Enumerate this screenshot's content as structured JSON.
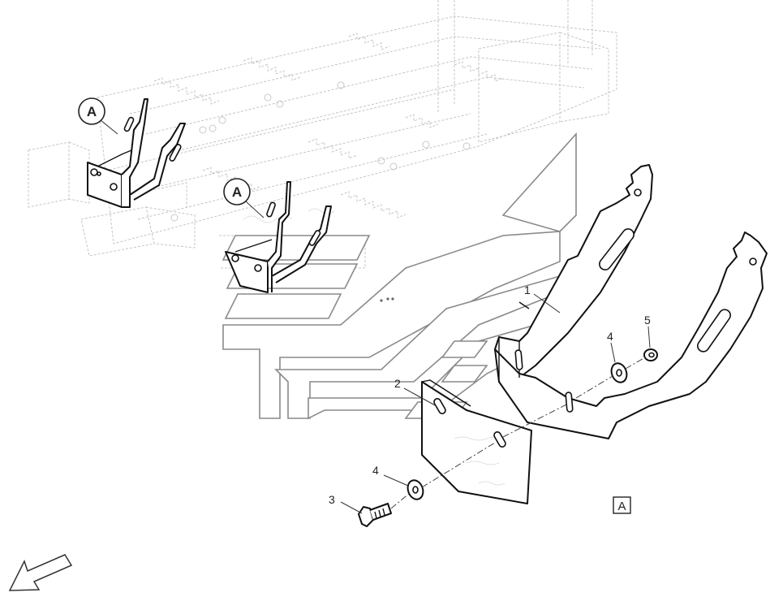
{
  "callouts": {
    "item_1": "1",
    "item_2": "2",
    "item_3": "3",
    "item_4a": "4",
    "item_4b": "4",
    "item_5": "5"
  },
  "detail_balloons": {
    "balloon_upper": "A",
    "balloon_lower": "A"
  },
  "view_label": "A",
  "icons": {
    "orientation": "orientation-arrow-icon"
  },
  "colors": {
    "line": "#111111",
    "background_linework": "#c4c4c4",
    "chevron_decal": "#8a8a8a"
  }
}
